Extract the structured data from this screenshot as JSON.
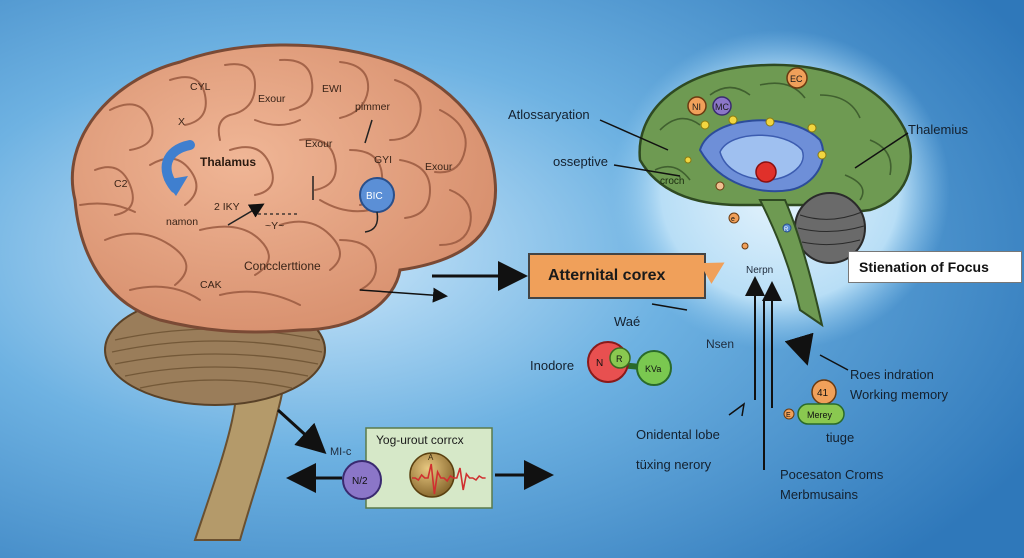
{
  "colors": {
    "background": "#3f8fcf",
    "brain_cortex": "#e3a07f",
    "brain_outline": "#7a4a35",
    "cerebellum": "#9a7d5a",
    "stem": "#b49a6a",
    "sagittal_brain": "#6e9a52",
    "callout_orange": "#f0a05a",
    "blue_node": "#5b8fd6",
    "purple_node": "#8b76c8"
  },
  "left_brain": {
    "labels": {
      "cyl": "CYL",
      "exour_top": "Exour",
      "ewi": "EWI",
      "pimmer": "pimmer",
      "x": "X",
      "thalamus": "Thalamus",
      "exour_mid": "Exour",
      "gyi": "GYI",
      "exour_right": "Exour",
      "c2": "C2",
      "bic": "BIC",
      "two_iky": "2 IKY",
      "namon": "namon",
      "y": "~Y~",
      "concentration": "Concclerttione",
      "cak": "CAK"
    }
  },
  "right_brain": {
    "node_labels": {
      "ni": "NI",
      "mc": "MC",
      "ec": "EC",
      "croch": "croch",
      "small_e": "e",
      "small_r": "R"
    }
  },
  "callouts": {
    "attentional_cortex": "Atternital corex",
    "stienation_of_focus": "Stienation of Focus"
  },
  "labels": {
    "atlossaryation": "Atlossaryation",
    "osseptive": "osseptive",
    "thalemius": "Thalemius",
    "nerpn": "Nerpn",
    "wae": "Waé",
    "inodore": "Inodore",
    "nsen": "Nsen",
    "roes_indration": "Roes indration",
    "working_memory": "Working memory",
    "tiuge": "tiuge",
    "onidental_lobe": "Onidental lobe",
    "tuxing_nerory": "tüxing nerory",
    "pocesaton_croms": "Pocesaton Croms",
    "merbmusains": "Merbmusains",
    "mi_c": "MI-c",
    "yog_urout_corrcx": "Yog-urout corrcx"
  },
  "molecule": {
    "n": "N",
    "r": "R",
    "kva": "KVa"
  },
  "memory_badge": {
    "number": "41",
    "label": "Merey",
    "small_e": "E"
  },
  "waveform_panel": {
    "node_label": "N/2",
    "aux_label": "A"
  }
}
